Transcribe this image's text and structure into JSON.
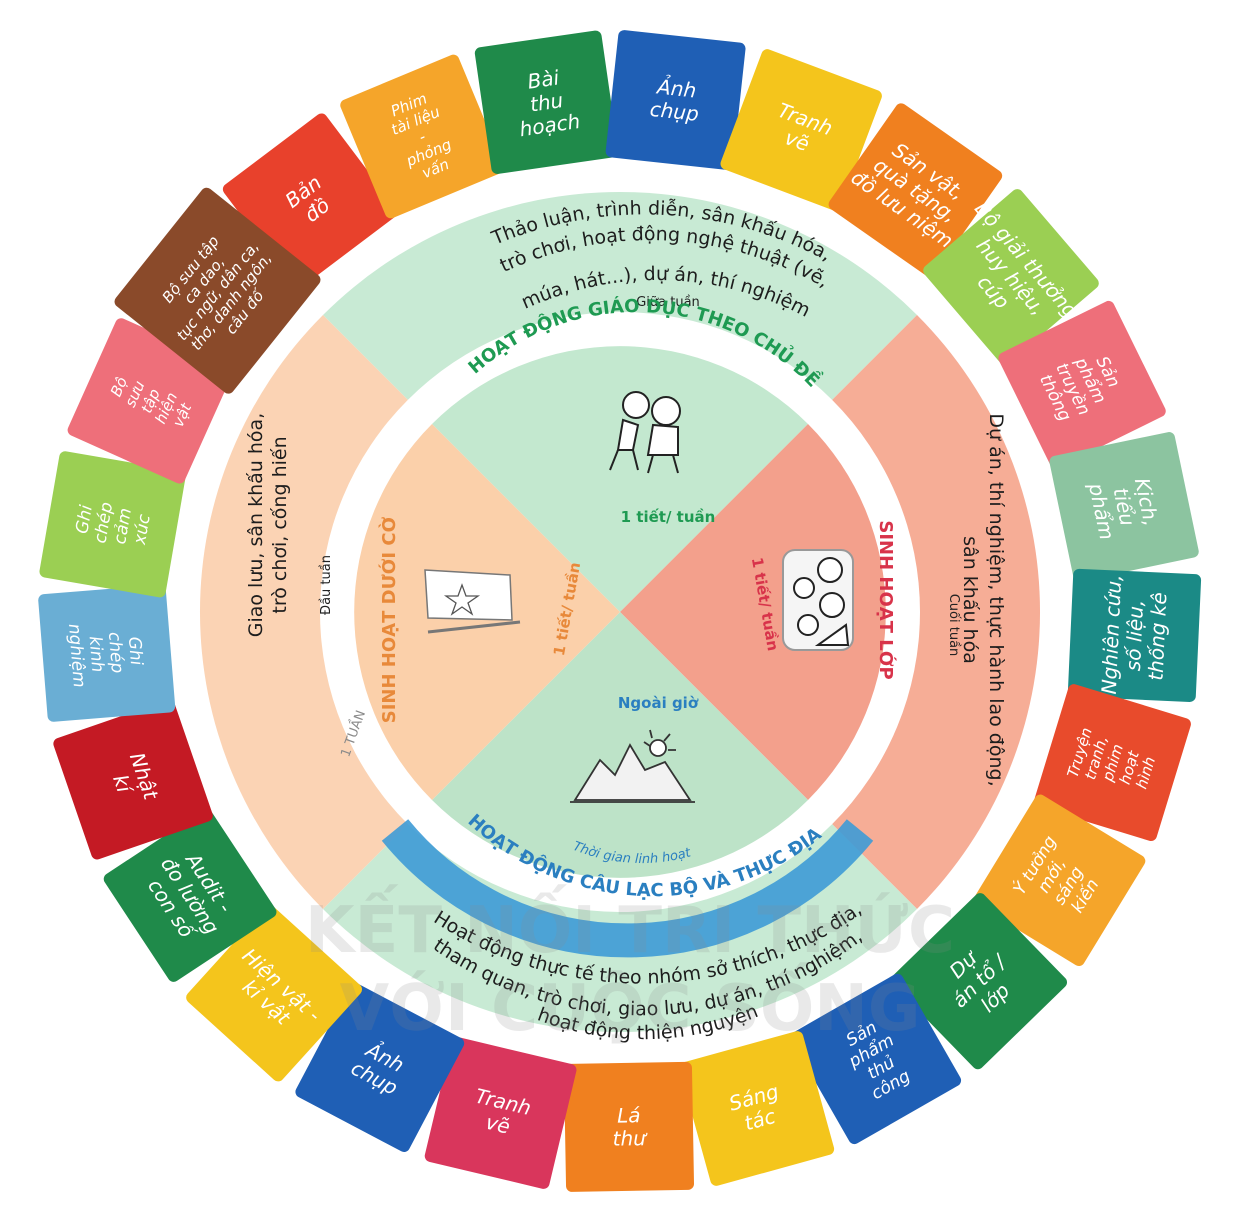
{
  "tiles": [
    {
      "text": "Bản\nđồ",
      "color": "#e8412c"
    },
    {
      "text": "Phim\ntài liệu\n-\nphỏng\nvấn",
      "color": "#f5a52a"
    },
    {
      "text": "Bài\nthu\nhoạch",
      "color": "#1f8a4a"
    },
    {
      "text": "Ảnh\nchụp",
      "color": "#1f5fb5"
    },
    {
      "text": "Tranh\nvẽ",
      "color": "#f4c51c"
    },
    {
      "text": "Sản vật,\nquà tặng,\nđồ lưu niệm",
      "color": "#f0801f"
    },
    {
      "text": "Bộ giải thưởng,\nhuy hiệu,\ncúp",
      "color": "#9bcf53"
    },
    {
      "text": "Sản\nphẩm\ntruyền\nthông",
      "color": "#ee6f7a"
    },
    {
      "text": "Kịch,\ntiểu\nphẩm",
      "color": "#8cc4a0"
    },
    {
      "text": "Nghiên cứu,\nsố liệu,\nthống kê",
      "color": "#1b8a86"
    },
    {
      "text": "Truyện\ntranh,\nphim\nhoạt\nhình",
      "color": "#e84b2c"
    },
    {
      "text": "Ý tưởng\nmới,\nsáng\nkiến",
      "color": "#f5a52a"
    },
    {
      "text": "Dự\nán tổ /\nlớp",
      "color": "#1f8a4a"
    },
    {
      "text": "Sản\nphẩm\nthủ\ncông",
      "color": "#1f5fb5"
    },
    {
      "text": "Sáng\ntác",
      "color": "#f4c51c"
    },
    {
      "text": "Lá\nthư",
      "color": "#f0801f"
    },
    {
      "text": "Tranh\nvẽ",
      "color": "#d9365c"
    },
    {
      "text": "Ảnh\nchụp",
      "color": "#1f5fb5"
    },
    {
      "text": "Hiện vật -\nkỉ vật",
      "color": "#f4c51c"
    },
    {
      "text": "Audit -\nđo lường\ncon số",
      "color": "#1f8a4a"
    },
    {
      "text": "Nhật\nkí",
      "color": "#c41a24"
    },
    {
      "text": "Ghi\nchép\nkinh\nnghiệm",
      "color": "#6aaed4"
    },
    {
      "text": "Ghi\nchép\ncảm\nxúc",
      "color": "#9bcf53"
    },
    {
      "text": "Bộ\nsưu\ntập\nhiện\nvật",
      "color": "#ee6f7a"
    },
    {
      "text": "Bộ sưu tập\nca dao,\ntục ngữ, dân ca,\nthơ, danh ngôn,\ncâu đố",
      "color": "#8a4a2a"
    }
  ],
  "ring": {
    "top_text": "Thảo luận, trình diễn, sân khấu hóa,\ntrò chơi, hoạt động nghệ thuật (vẽ,\nmúa, hát...), dự án, thí nghiệm",
    "right_text": "Dự án, thí nghiệm, thực hành lao động,\nsân khấu hóa",
    "bottom_text": "Hoạt động thực tế theo nhóm sở thích, thực địa,\ntham quan, trò chơi, giao lưu, dự án, thí nghiệm,\nhoạt động thiện nguyện",
    "left_text": "Giao lưu, sân khấu hóa,\ntrò chơi, cống hiến"
  },
  "time_labels": {
    "mid_week": "Giữa tuần",
    "end_week": "Cuối tuần",
    "start_week": "Đầu tuần",
    "one_week": "1 TUẦN"
  },
  "quadrants": {
    "top": {
      "title": "HOẠT ĐỘNG GIÁO DỤC THEO CHỦ ĐỀ",
      "sub": "1 tiết/ tuần",
      "color": "#1e9a52"
    },
    "right": {
      "title": "SINH HOẠT LỚP",
      "sub": "1 tiết/ tuần",
      "color": "#d8334a"
    },
    "left": {
      "title": "SINH HOẠT DƯỚI CỜ",
      "sub": "1 tiết/ tuần",
      "color": "#e8893a"
    },
    "bottom": {
      "title": "HOẠT ĐỘNG CÂU LẠC BỘ VÀ THỰC ĐỊA",
      "sub": "Ngoài giờ",
      "extra": "Thời gian linh hoạt",
      "color": "#2a7fc0"
    }
  },
  "watermark": {
    "line1": "KẾT NỐI TRI THỨC",
    "line2": "VỚI CUỘC SỐNG"
  },
  "icons": [
    "children-icon",
    "flag-icon",
    "class-group-icon",
    "mountain-icon"
  ]
}
